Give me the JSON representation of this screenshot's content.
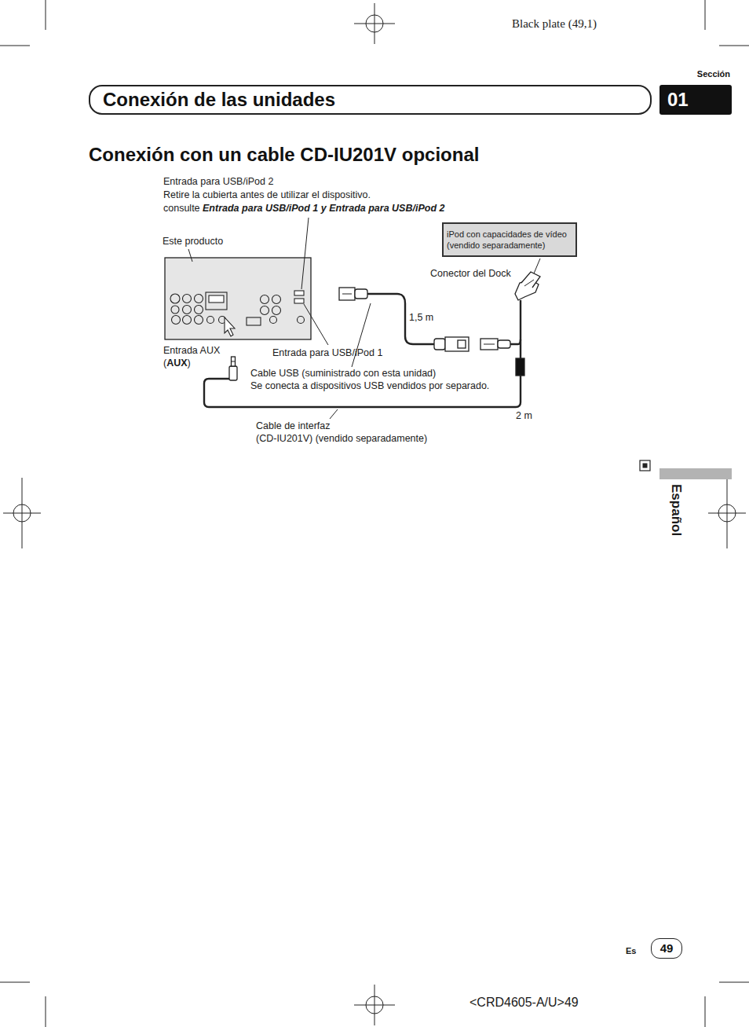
{
  "diagram": {
    "title": "Conexión con un cable CD-IU201V opcional",
    "nodes": [
      {
        "text": [
          "Conexión de las unidades"
        ]
      },
      {
        "text": [
          "Sección",
          "01"
        ]
      },
      {
        "text": [
          "iPod con capacidades de vídeo (vendido separadamente)"
        ]
      },
      {
        "text": [
          "49"
        ]
      }
    ],
    "labels": [
      "Black plate (49,1)",
      "Entrada para USB/iPod 2",
      "Retire la cubierta antes de utilizar el dispositivo.",
      "consulte Entrada para USB/iPod 1 y Entrada para USB/iPod 2",
      "Este producto",
      "Conector del Dock",
      "1,5 m",
      "Entrada AUX (AUX)",
      "Entrada para USB/iPod 1",
      "Cable USB (suministrado con esta unidad) Se conecta a dispositivos USB vendidos por separado.",
      "2 m",
      "Cable de interfaz (CD-IU201V) (vendido separadamente)",
      "Español",
      "Es",
      "<CRD4605-A/U>49"
    ]
  }
}
